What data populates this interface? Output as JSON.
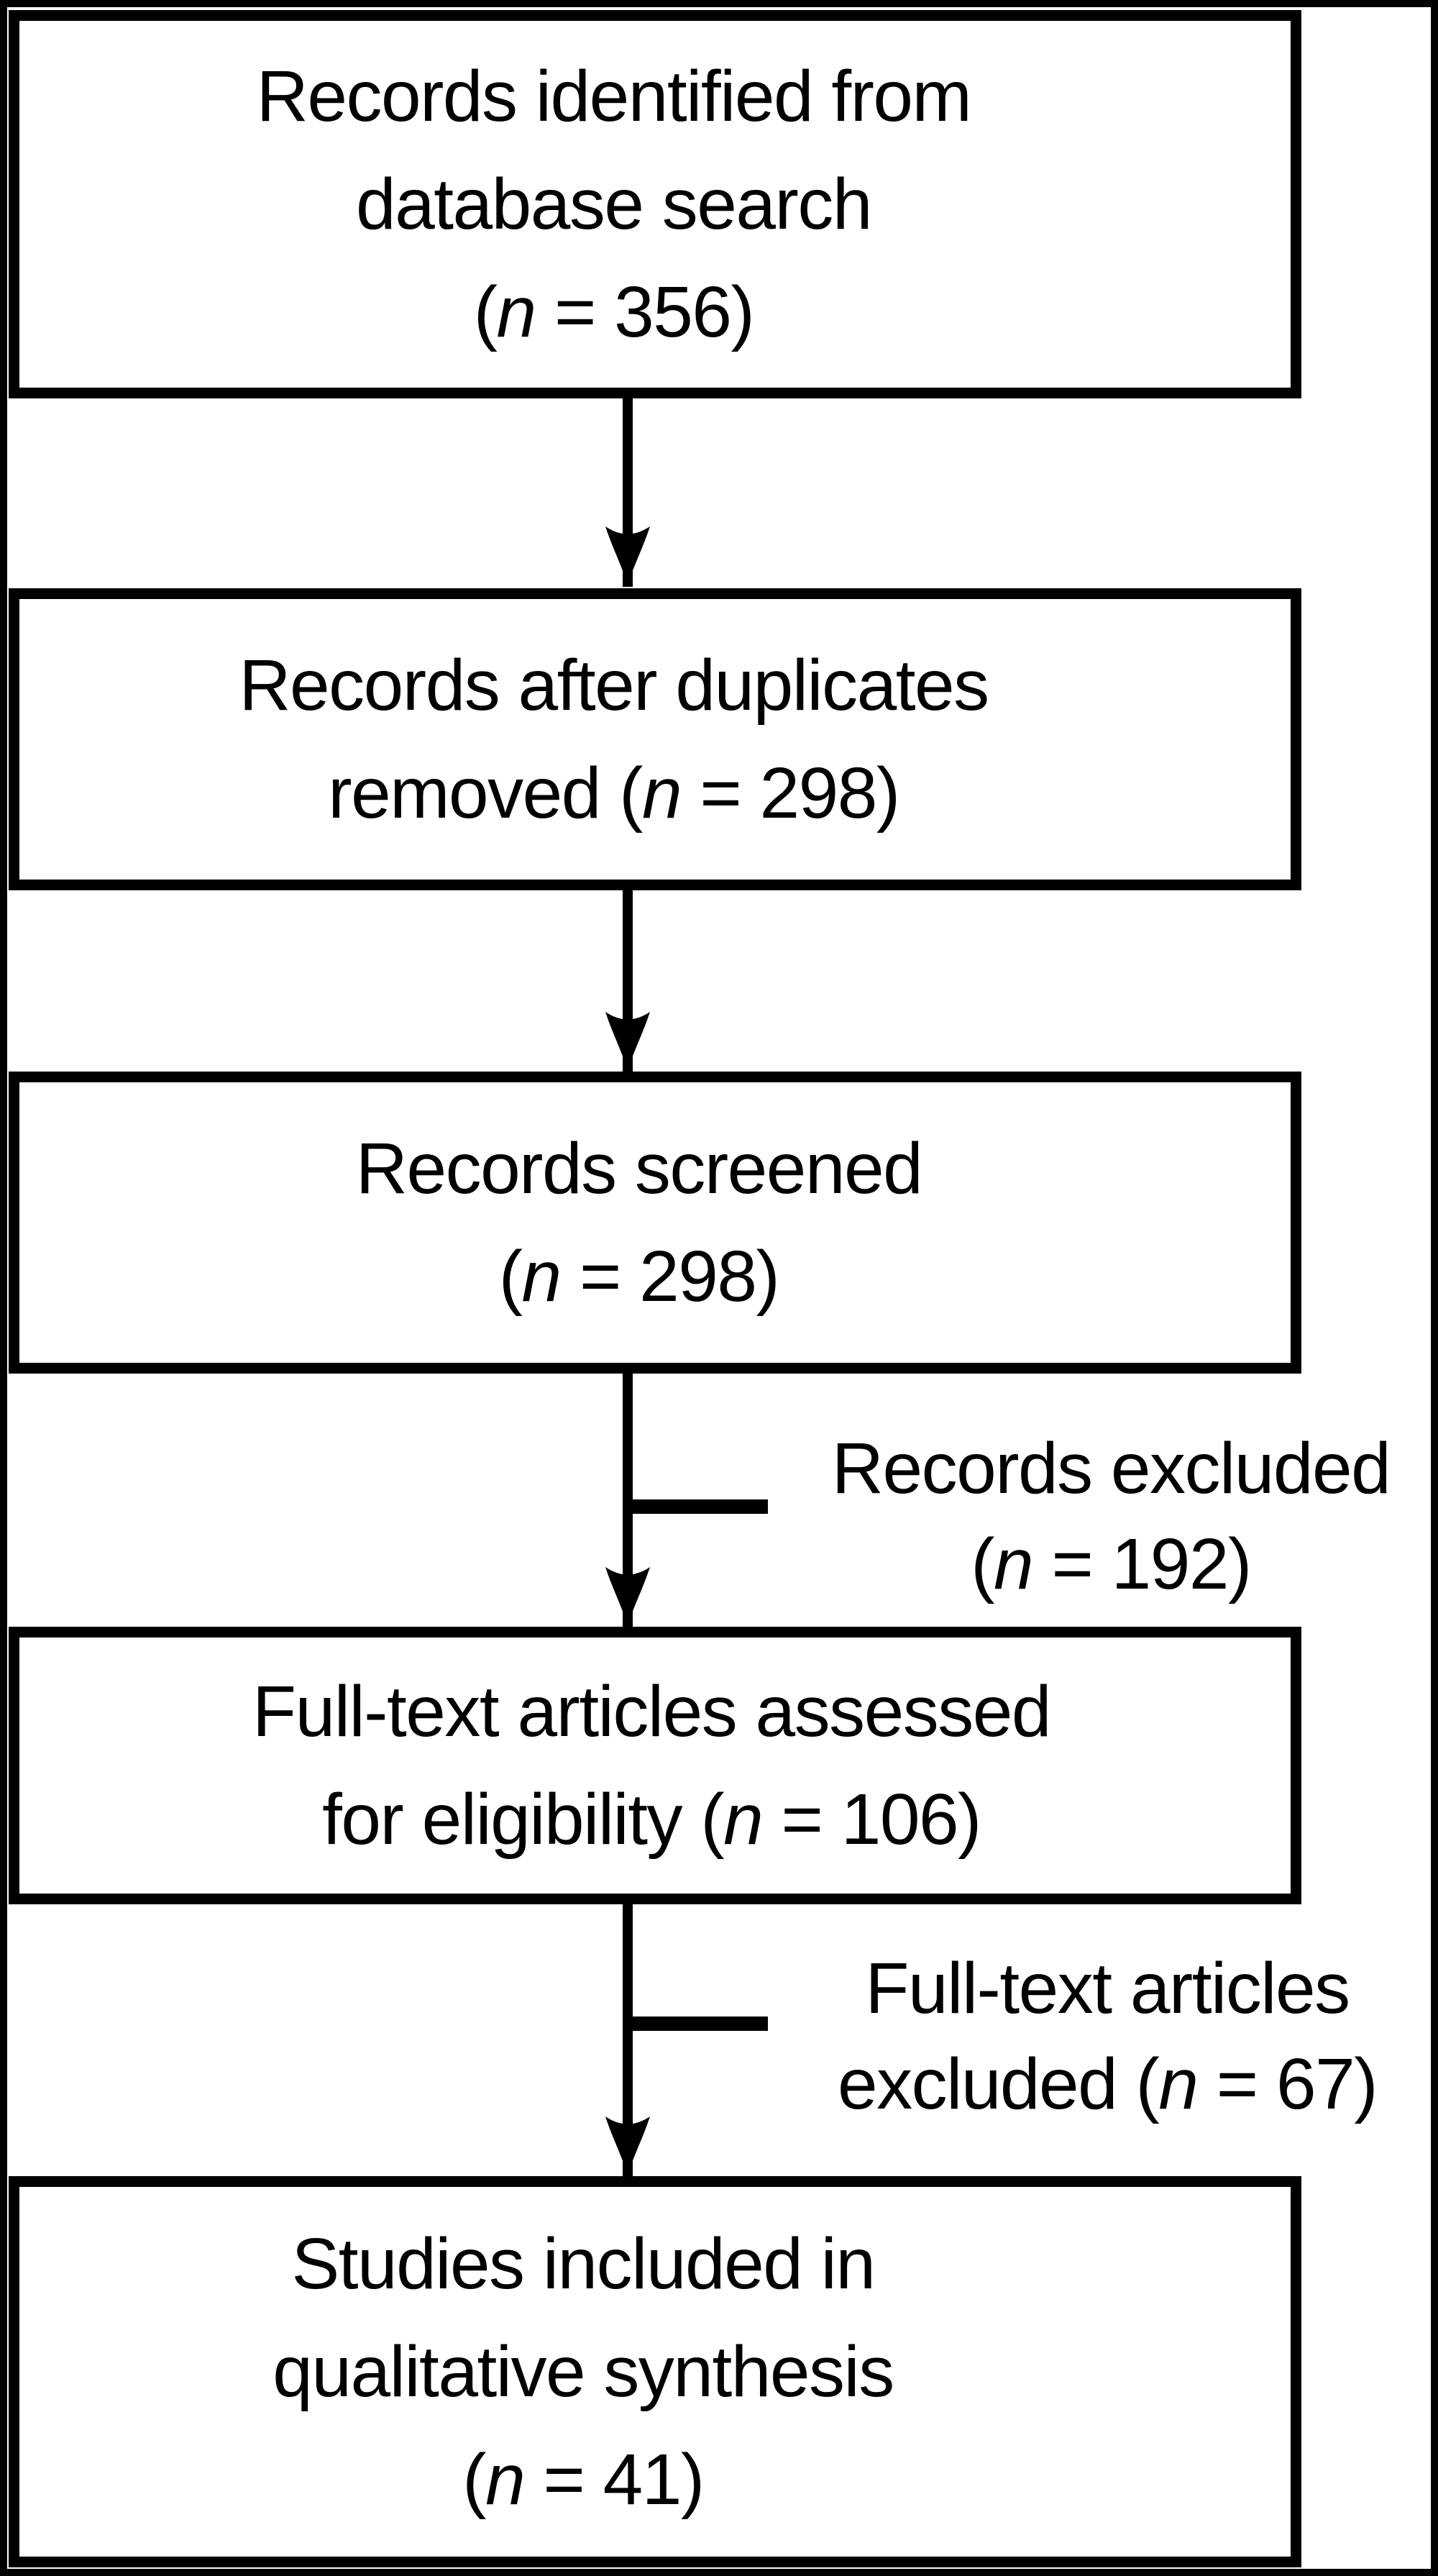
{
  "diagram": {
    "background_color": "#ffffff",
    "line_color": "#000000",
    "boxes": [
      {
        "id": "records-identified",
        "lines": [
          "Records identified from",
          "database search",
          "(n = 356)"
        ]
      },
      {
        "id": "duplicates-removed",
        "lines": [
          "Records after duplicates",
          "removed (n = 298)"
        ]
      },
      {
        "id": "records-screened",
        "lines": [
          "Records screened",
          "(n = 298)"
        ]
      },
      {
        "id": "fulltext-assessed",
        "lines": [
          "Full-text articles assessed",
          "for eligibility (n = 106)"
        ]
      },
      {
        "id": "studies-included",
        "lines": [
          "Studies included in",
          "qualitative synthesis",
          "(n = 41)"
        ]
      }
    ],
    "side_labels": [
      {
        "id": "records-excluded",
        "lines": [
          "Records excluded",
          "(n = 192)"
        ]
      },
      {
        "id": "fulltext-excluded",
        "lines": [
          "Full-text articles",
          "excluded (n = 67)"
        ]
      }
    ],
    "connectors": [
      {
        "from": "records-identified",
        "to": "duplicates-removed"
      },
      {
        "from": "duplicates-removed",
        "to": "records-screened"
      },
      {
        "from": "records-screened",
        "to": "fulltext-assessed",
        "branch_to": "records-excluded"
      },
      {
        "from": "fulltext-assessed",
        "to": "studies-included",
        "branch_to": "fulltext-excluded"
      }
    ]
  }
}
